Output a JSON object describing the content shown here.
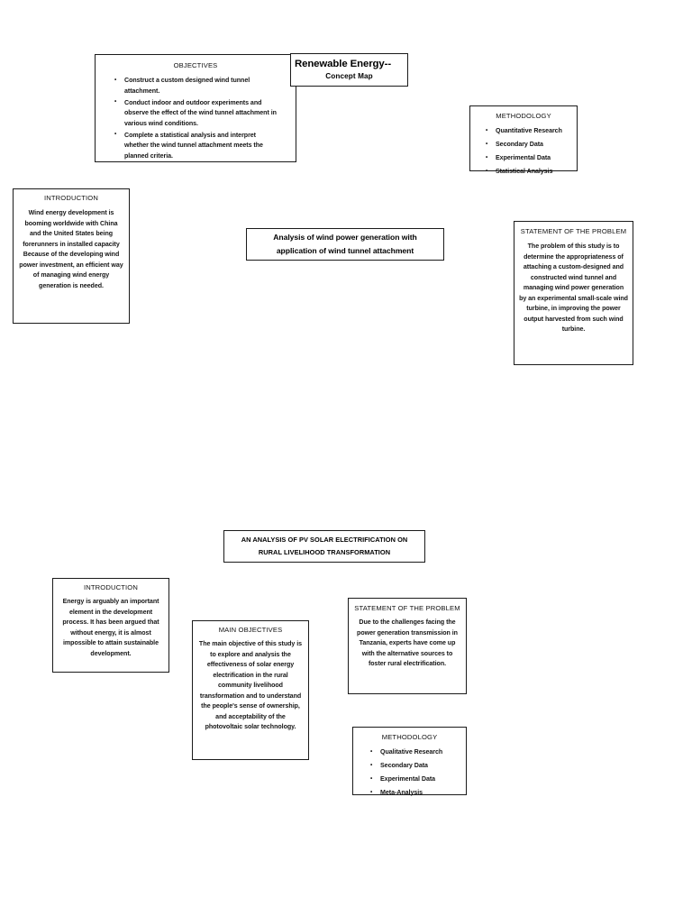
{
  "map1": {
    "title": {
      "main": "Renewable Energy--",
      "subtitle": "Concept Map"
    },
    "objectives": {
      "heading": "OBJECTIVES",
      "items": [
        "Construct a custom designed wind tunnel attachment.",
        "Conduct indoor and outdoor experiments and observe the effect of the wind tunnel attachment in various wind conditions.",
        "Complete a statistical analysis and interpret whether the wind tunnel attachment meets the planned criteria."
      ]
    },
    "methodology": {
      "heading": "METHODOLOGY",
      "items": [
        "Quantitative Research",
        "Secondary Data",
        "Experimental Data",
        "Statistical Analysis"
      ]
    },
    "introduction": {
      "heading": "INTRODUCTION",
      "text": "Wind energy development is booming worldwide with China and the United States being forerunners in installed capacity Because of the developing wind power investment, an efficient way of managing wind energy generation is needed."
    },
    "central": {
      "text": "Analysis of wind power generation with application of wind tunnel attachment"
    },
    "problem": {
      "heading": "STATEMENT OF THE PROBLEM",
      "text": "The problem of this study is to determine the appropriateness of attaching a custom-designed and constructed wind tunnel and managing wind power generation by an experimental small-scale wind turbine, in improving the power output harvested from such wind turbine."
    }
  },
  "map2": {
    "central": {
      "text": "AN ANALYSIS OF PV SOLAR ELECTRIFICATION ON RURAL LIVELIHOOD TRANSFORMATION"
    },
    "introduction": {
      "heading": "INTRODUCTION",
      "text": "Energy is arguably an important element in the development process. It has been argued that without energy, it is almost impossible to attain sustainable development."
    },
    "main_objectives": {
      "heading": "MAIN OBJECTIVES",
      "text": "The main objective of this study is to explore and analysis the effectiveness of solar energy electrification in the rural community livelihood transformation and to understand the people's sense of ownership, and acceptability of the photovoltaic solar technology."
    },
    "problem": {
      "heading": "STATEMENT OF THE PROBLEM",
      "text": "Due to the challenges facing the power generation transmission in Tanzania, experts have come up with the alternative sources to foster rural electrification."
    },
    "methodology": {
      "heading": "METHODOLOGY",
      "items": [
        "Qualitative Research",
        "Secondary Data",
        "Experimental Data",
        "Meta-Analysis"
      ]
    }
  },
  "colors": {
    "border": "#1a1a1a",
    "text": "#151515",
    "background": "#ffffff"
  }
}
